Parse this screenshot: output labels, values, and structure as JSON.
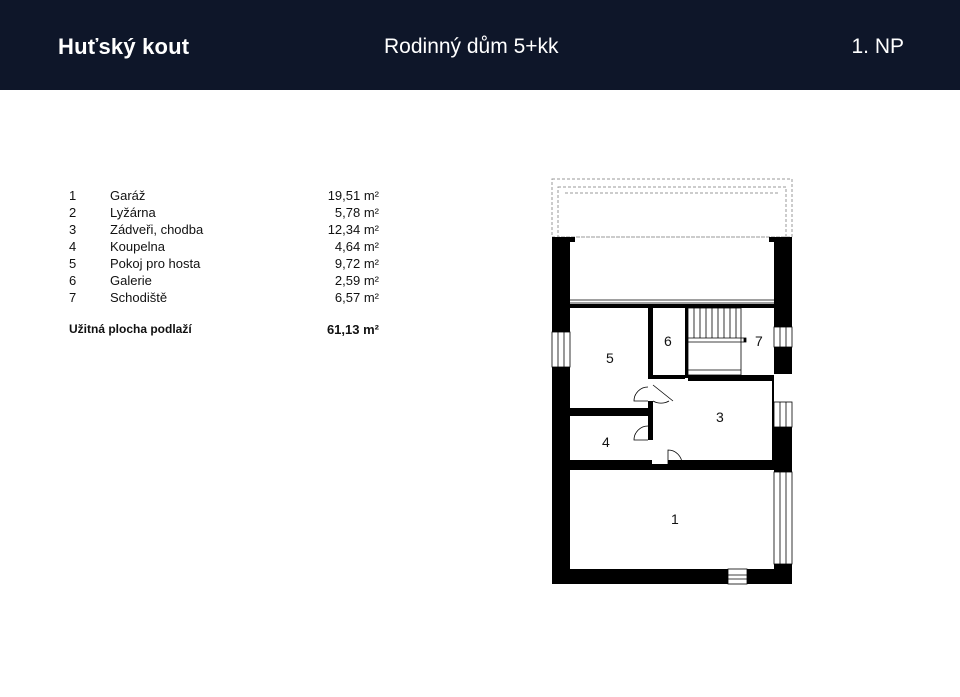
{
  "header": {
    "brand": "Huťský kout",
    "subtitle": "Rodinný dům 5+kk",
    "floor": "1. NP"
  },
  "rooms": [
    {
      "number": "1",
      "name": "Garáž",
      "area": "19,51 m²"
    },
    {
      "number": "2",
      "name": "Lyžárna",
      "area": "5,78 m²"
    },
    {
      "number": "3",
      "name": "Zádveři, chodba",
      "area": "12,34 m²"
    },
    {
      "number": "4",
      "name": "Koupelna",
      "area": "4,64 m²"
    },
    {
      "number": "5",
      "name": "Pokoj pro hosta",
      "area": "9,72 m²"
    },
    {
      "number": "6",
      "name": "Galerie",
      "area": "2,59 m²"
    },
    {
      "number": "7",
      "name": "Schodiště",
      "area": "6,57 m²"
    }
  ],
  "total": {
    "label": "Užitná plocha podlaží",
    "area": "61,13 m²"
  },
  "plan": {
    "labels": [
      "1",
      "3",
      "4",
      "5",
      "6",
      "7"
    ]
  }
}
